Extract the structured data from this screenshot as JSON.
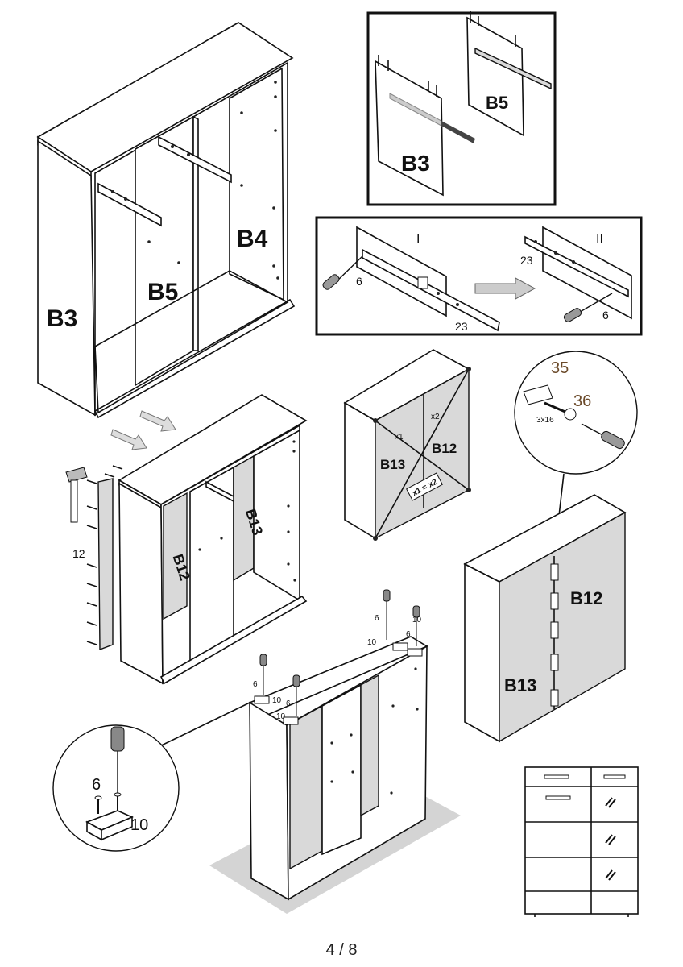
{
  "page": {
    "number": "4 / 8"
  },
  "step1": {
    "b3": "B3",
    "b4": "B4",
    "b5": "B5"
  },
  "detail_panels": {
    "b3": "B3",
    "b5": "B5"
  },
  "detail_rail": {
    "stage1": "I",
    "stage2": "II",
    "screw_a": "6",
    "rail_a": "23",
    "rail_b": "23",
    "screw_b": "6"
  },
  "step2": {
    "count": "12",
    "b12": "B12",
    "b13": "B13"
  },
  "step3": {
    "x1": "x1",
    "x2": "x2",
    "eq": "x1 = x2",
    "b13": "B13",
    "b12": "B12"
  },
  "hinge_detail": {
    "part35": "35",
    "part36": "36",
    "size": "3x16"
  },
  "step4": {
    "b12": "B12",
    "b13": "B13"
  },
  "feet": {
    "n6a": "6",
    "n10a": "10",
    "n6b": "6",
    "n10b": "10",
    "n6c": "6",
    "n10c": "10",
    "n6d": "6",
    "n10d": "10"
  },
  "foot_detail": {
    "screw": "6",
    "pad": "10"
  },
  "icons": [
    "screwdriver-icon",
    "arrow-icon",
    "screw-icon"
  ]
}
